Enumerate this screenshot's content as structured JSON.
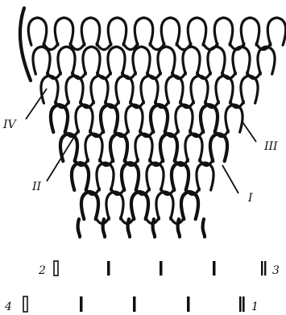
{
  "diagram": {
    "labels": {
      "I": "I",
      "II": "II",
      "III": "III",
      "IV": "IV"
    },
    "needle_labels": {
      "row1_left": "2",
      "row1_right": "3",
      "row2_left": "4",
      "row2_right": "1"
    },
    "needles_row1": [
      {
        "kind": "hollow"
      },
      {
        "kind": "solid"
      },
      {
        "kind": "solid"
      },
      {
        "kind": "solid"
      },
      {
        "kind": "double"
      }
    ],
    "needles_row2": [
      {
        "kind": "hollow"
      },
      {
        "kind": "solid"
      },
      {
        "kind": "solid"
      },
      {
        "kind": "solid"
      },
      {
        "kind": "double"
      }
    ],
    "colors": {
      "ink": "#111111",
      "paper": "#ffffff"
    }
  }
}
